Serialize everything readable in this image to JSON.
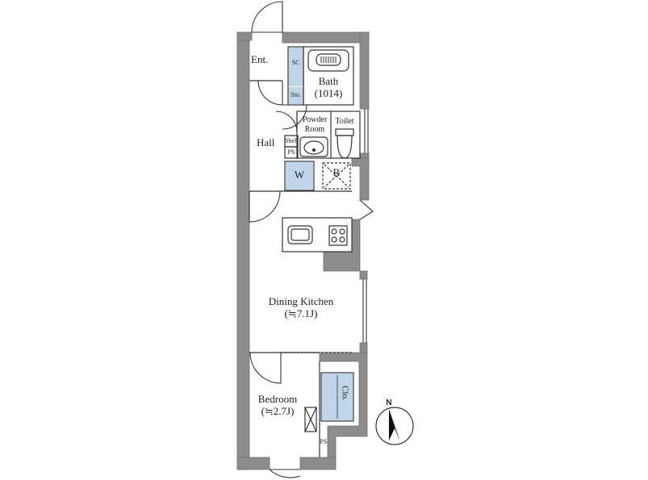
{
  "plan": {
    "colors": {
      "wall": "#8c8c8c",
      "wall_edge": "#6e6e6e",
      "storage_fill": "#bfd6ea",
      "line": "#333333"
    },
    "rooms": {
      "entrance": "Ent.",
      "sc": "SC",
      "storage": "Sto.",
      "bath": {
        "name": "Bath",
        "size": "(1014)"
      },
      "powder_room": {
        "line1": "Powder",
        "line2": "Room"
      },
      "toilet": "Toilet",
      "hall": "Hall",
      "shelf": "Shelf",
      "ps_upper": "PS",
      "washer": "W",
      "fridge": "R",
      "dining_kitchen": {
        "name": "Dining Kitchen",
        "size": "(≒7.1J)"
      },
      "bedroom": {
        "name": "Bedroom",
        "size": "(≒2.7J)"
      },
      "closet": "Clo.",
      "ps_lower": "PS"
    },
    "compass": {
      "label": "N"
    }
  }
}
